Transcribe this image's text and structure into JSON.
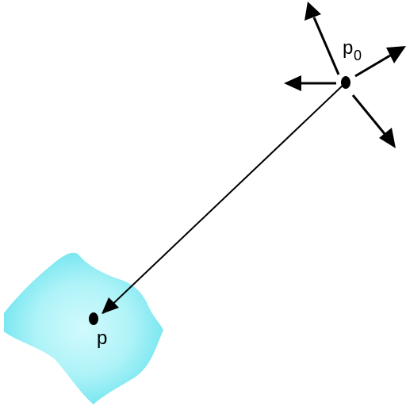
{
  "labels": {
    "source_point": "p",
    "source_subscript": "0",
    "target_point": "p"
  },
  "colors": {
    "ink": "#000000",
    "surface_edge": "#7fe8f0",
    "surface_fill": "#d2fafd",
    "background": "#ffffff"
  }
}
